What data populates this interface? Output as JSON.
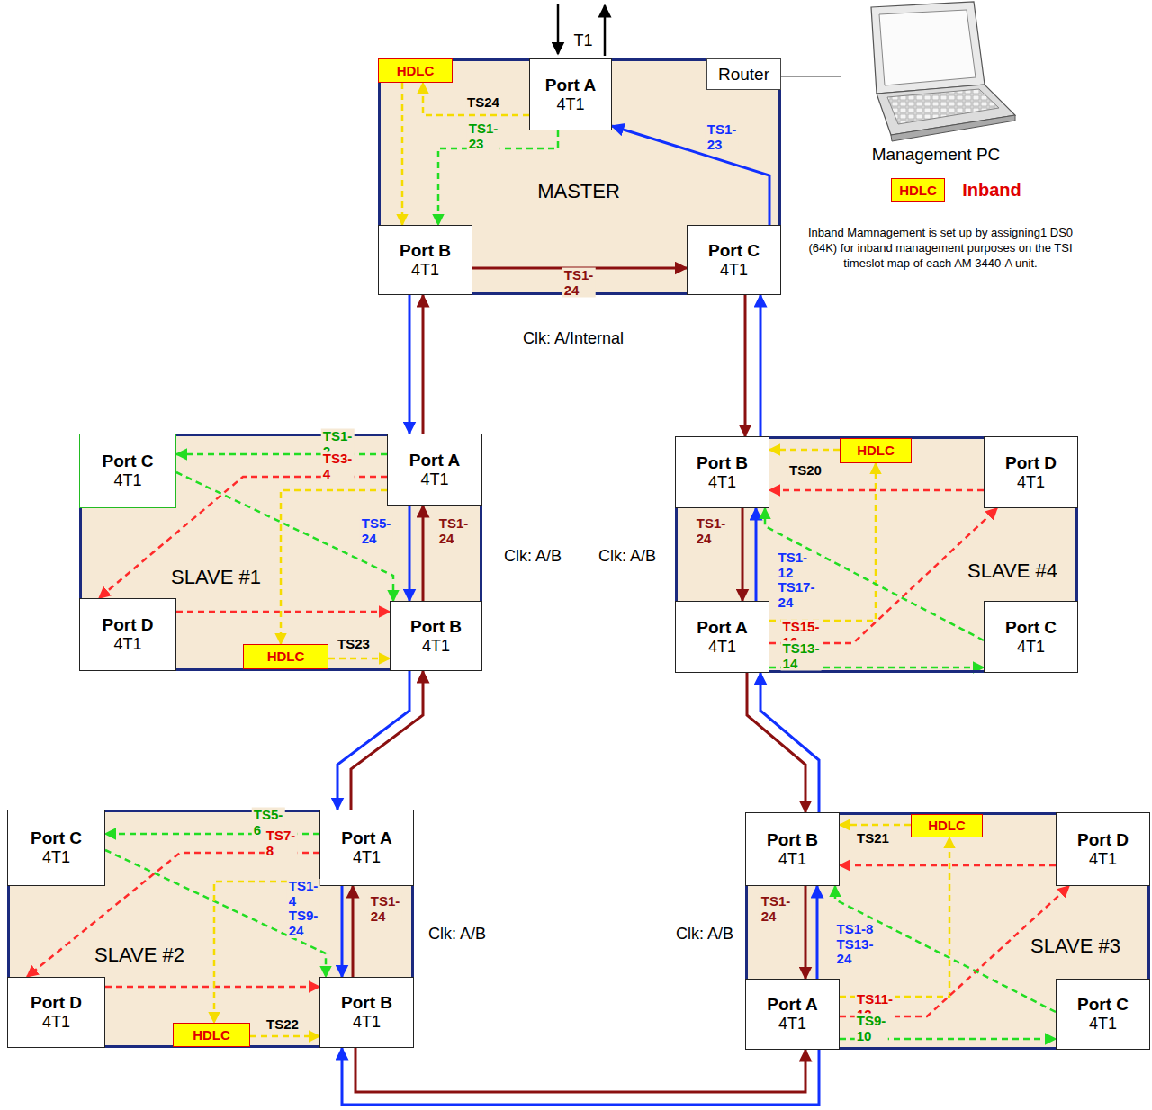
{
  "diagram": {
    "nodes": [
      {
        "text": [
          "MASTER"
        ]
      },
      {
        "text": [
          "HDLC"
        ],
        "in": 0
      },
      {
        "text": [
          "Port A",
          "4T1"
        ],
        "in": 0
      },
      {
        "text": [
          "Router"
        ],
        "in": 0
      },
      {
        "text": [
          "Port B",
          "4T1"
        ],
        "in": 0
      },
      {
        "text": [
          "Port C",
          "4T1"
        ],
        "in": 0
      },
      {
        "text": [
          "Management PC"
        ]
      },
      {
        "text": [
          "HDLC"
        ]
      },
      {
        "text": [
          "SLAVE #1"
        ]
      },
      {
        "text": [
          "Port C",
          "4T1"
        ],
        "in": 8
      },
      {
        "text": [
          "Port A",
          "4T1"
        ],
        "in": 8
      },
      {
        "text": [
          "Port D",
          "4T1"
        ],
        "in": 8
      },
      {
        "text": [
          "HDLC"
        ],
        "in": 8
      },
      {
        "text": [
          "Port B",
          "4T1"
        ],
        "in": 8
      },
      {
        "text": [
          "SLAVE #4"
        ]
      },
      {
        "text": [
          "Port B",
          "4T1"
        ],
        "in": 14
      },
      {
        "text": [
          "HDLC"
        ],
        "in": 14
      },
      {
        "text": [
          "Port D",
          "4T1"
        ],
        "in": 14
      },
      {
        "text": [
          "Port A",
          "4T1"
        ],
        "in": 14
      },
      {
        "text": [
          "Port C",
          "4T1"
        ],
        "in": 14
      },
      {
        "text": [
          "SLAVE #2"
        ]
      },
      {
        "text": [
          "Port C",
          "4T1"
        ],
        "in": 20
      },
      {
        "text": [
          "Port A",
          "4T1"
        ],
        "in": 20
      },
      {
        "text": [
          "Port D",
          "4T1"
        ],
        "in": 20
      },
      {
        "text": [
          "HDLC"
        ],
        "in": 20
      },
      {
        "text": [
          "Port B",
          "4T1"
        ],
        "in": 20
      },
      {
        "text": [
          "SLAVE #3"
        ]
      },
      {
        "text": [
          "Port B",
          "4T1"
        ],
        "in": 26
      },
      {
        "text": [
          "HDLC"
        ],
        "in": 26
      },
      {
        "text": [
          "Port D",
          "4T1"
        ],
        "in": 26
      },
      {
        "text": [
          "Port A",
          "4T1"
        ],
        "in": 26
      },
      {
        "text": [
          "Port C",
          "4T1"
        ],
        "in": 26
      }
    ],
    "edges": [
      {
        "from": 2,
        "to": 1,
        "arrow": "to",
        "label": "TS24"
      },
      {
        "from": 1,
        "to": 4,
        "arrow": "to"
      },
      {
        "from": 2,
        "to": 4,
        "arrow": "to",
        "label": "TS1-23"
      },
      {
        "from": 4,
        "to": 5,
        "arrow": "to",
        "label": "TS1-24"
      },
      {
        "from": 5,
        "to": 2,
        "arrow": "to",
        "label": "TS1-23"
      },
      {
        "from": 3,
        "to": 6,
        "arrow": "none"
      },
      {
        "from": 4,
        "to": 10,
        "arrow": "to"
      },
      {
        "from": 10,
        "to": 4,
        "arrow": "to"
      },
      {
        "from": 5,
        "to": 15,
        "arrow": "to"
      },
      {
        "from": 15,
        "to": 5,
        "arrow": "to"
      },
      {
        "from": 10,
        "to": 9,
        "arrow": "to",
        "label": "TS1-2"
      },
      {
        "from": 9,
        "to": 13,
        "arrow": "to"
      },
      {
        "from": 10,
        "to": 11,
        "arrow": "to",
        "label": "TS3-4"
      },
      {
        "from": 11,
        "to": 13,
        "arrow": "to"
      },
      {
        "from": 10,
        "to": 13,
        "arrow": "to",
        "label": "TS5-24"
      },
      {
        "from": 13,
        "to": 10,
        "arrow": "to",
        "label": "TS1-24"
      },
      {
        "from": 10,
        "to": 12,
        "arrow": "to"
      },
      {
        "from": 12,
        "to": 13,
        "arrow": "to",
        "label": "TS23"
      },
      {
        "from": 13,
        "to": 22,
        "arrow": "to"
      },
      {
        "from": 22,
        "to": 13,
        "arrow": "to"
      },
      {
        "from": 22,
        "to": 21,
        "arrow": "to",
        "label": "TS5-6"
      },
      {
        "from": 21,
        "to": 25,
        "arrow": "to"
      },
      {
        "from": 22,
        "to": 23,
        "arrow": "to",
        "label": "TS7-8"
      },
      {
        "from": 23,
        "to": 25,
        "arrow": "to"
      },
      {
        "from": 22,
        "to": 24,
        "arrow": "to"
      },
      {
        "from": 24,
        "to": 25,
        "arrow": "to",
        "label": "TS22"
      },
      {
        "from": 22,
        "to": 25,
        "arrow": "to",
        "label": "TS1-4 TS9-24"
      },
      {
        "from": 25,
        "to": 22,
        "arrow": "to",
        "label": "TS1-24"
      },
      {
        "from": 25,
        "to": 30,
        "arrow": "to"
      },
      {
        "from": 30,
        "to": 25,
        "arrow": "to"
      },
      {
        "from": 27,
        "to": 30,
        "arrow": "to",
        "label": "TS1-24"
      },
      {
        "from": 30,
        "to": 27,
        "arrow": "to",
        "label": "TS1-8 TS13-24"
      },
      {
        "from": 30,
        "to": 28,
        "arrow": "to"
      },
      {
        "from": 28,
        "to": 27,
        "arrow": "to",
        "label": "TS21"
      },
      {
        "from": 30,
        "to": 29,
        "arrow": "to",
        "label": "TS11-12"
      },
      {
        "from": 29,
        "to": 27,
        "arrow": "to"
      },
      {
        "from": 30,
        "to": 31,
        "arrow": "to",
        "label": "TS9-10"
      },
      {
        "from": 31,
        "to": 27,
        "arrow": "to"
      },
      {
        "from": 27,
        "to": 18,
        "arrow": "to"
      },
      {
        "from": 18,
        "to": 27,
        "arrow": "to"
      },
      {
        "from": 15,
        "to": 18,
        "arrow": "to",
        "label": "TS1-24"
      },
      {
        "from": 18,
        "to": 15,
        "arrow": "to",
        "label": "TS1-12 TS17-24"
      },
      {
        "from": 18,
        "to": 16,
        "arrow": "to"
      },
      {
        "from": 16,
        "to": 15,
        "arrow": "to",
        "label": "TS20"
      },
      {
        "from": 18,
        "to": 17,
        "arrow": "to",
        "label": "TS15-16"
      },
      {
        "from": 17,
        "to": 15,
        "arrow": "to"
      },
      {
        "from": 18,
        "to": 19,
        "arrow": "to",
        "label": "TS13-14"
      },
      {
        "from": 19,
        "to": 15,
        "arrow": "to"
      }
    ],
    "labels": [
      "T1",
      "Inband",
      "Inband Mamnagement is set up by assigning1 DS0 (64K) for inband management purposes on the TSI timeslot map of each AM 3440-A unit.",
      "Clk: A/Internal",
      "Clk: A/B",
      "Clk: A/B",
      "Clk: A/B",
      "Clk: A/B"
    ]
  }
}
